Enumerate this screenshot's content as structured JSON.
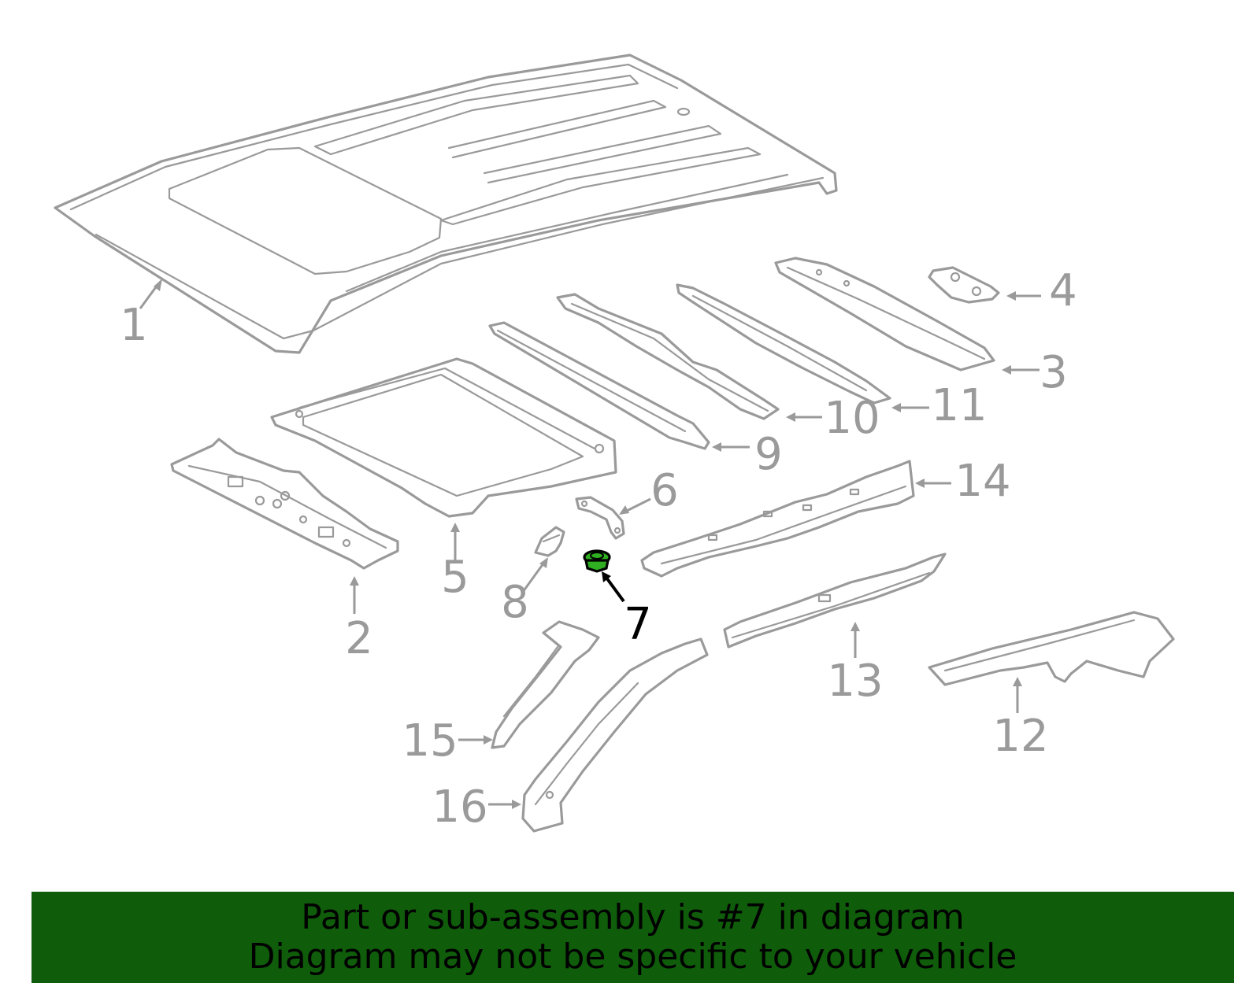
{
  "diagram": {
    "callouts": [
      {
        "label": "1",
        "highlighted": false
      },
      {
        "label": "2",
        "highlighted": false
      },
      {
        "label": "3",
        "highlighted": false
      },
      {
        "label": "4",
        "highlighted": false
      },
      {
        "label": "5",
        "highlighted": false
      },
      {
        "label": "6",
        "highlighted": false
      },
      {
        "label": "7",
        "highlighted": true
      },
      {
        "label": "8",
        "highlighted": false
      },
      {
        "label": "9",
        "highlighted": false
      },
      {
        "label": "10",
        "highlighted": false
      },
      {
        "label": "11",
        "highlighted": false
      },
      {
        "label": "12",
        "highlighted": false
      },
      {
        "label": "13",
        "highlighted": false
      },
      {
        "label": "14",
        "highlighted": false
      },
      {
        "label": "15",
        "highlighted": false
      },
      {
        "label": "16",
        "highlighted": false
      }
    ],
    "colors": {
      "line_art": "#9a9a9a",
      "highlight_part": "#2fae22",
      "highlight_outline": "#000000"
    }
  },
  "banner": {
    "line1": "Part or sub-assembly is #7 in diagram",
    "line2": "Diagram may not be specific to your vehicle",
    "background": "#0f5c0a"
  }
}
